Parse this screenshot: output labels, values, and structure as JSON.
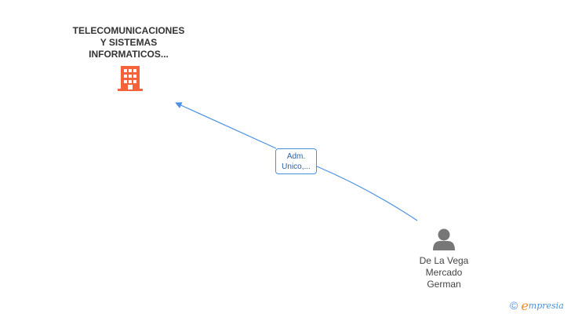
{
  "nodes": {
    "company": {
      "label": "TELECOMUNICACIONES\nY SISTEMAS\nINFORMATICOS...",
      "icon": "building-icon",
      "color": "#f4633a"
    },
    "person": {
      "label": "De La Vega\nMercado\nGerman",
      "icon": "person-icon",
      "color": "#777777"
    }
  },
  "edges": [
    {
      "from": "person",
      "to": "company",
      "role": "Adm.\nUnico,...",
      "color": "#4a90e2"
    }
  ],
  "footer": {
    "copyright_symbol": "©",
    "brand_initial": "e",
    "brand_rest": "mpresia"
  }
}
